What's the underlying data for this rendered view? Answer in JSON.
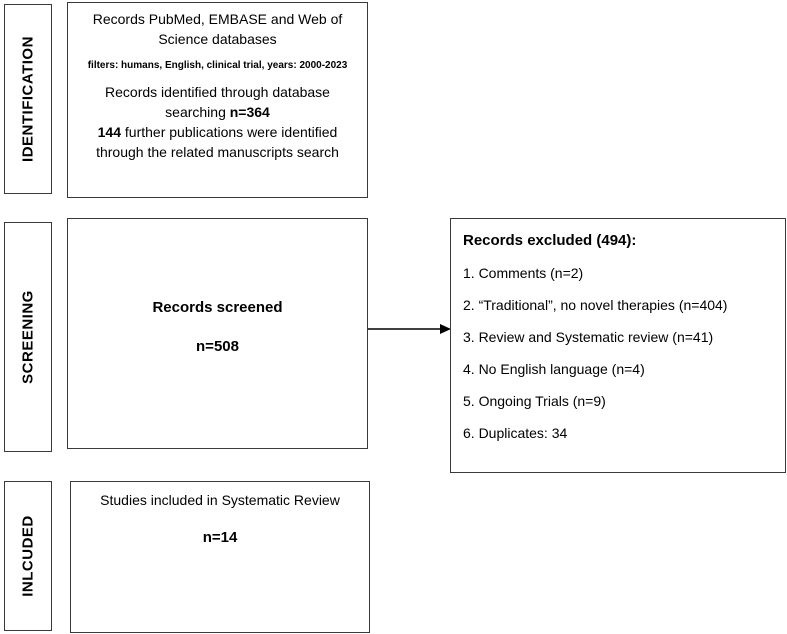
{
  "stages": {
    "identification": "IDENTIFICATION",
    "screening": "SCREENING",
    "included": "INLCUDED"
  },
  "identification_box": {
    "line1": "Records PubMed, EMBASE and Web of Science databases",
    "filters": "filters: humans, English, clinical trial, years: 2000-2023",
    "searching_prefix": "Records identified through database searching ",
    "searching_n": "n=364",
    "further_count": "144",
    "further_text": " further publications were identified through the related manuscripts search"
  },
  "screening_box": {
    "title": "Records screened",
    "count": "n=508"
  },
  "excluded_box": {
    "title": "Records excluded (494):",
    "items": [
      "1. Comments (n=2)",
      "2. “Traditional”, no novel therapies (n=404)",
      "3. Review and Systematic review (n=41)",
      "4. No English language (n=4)",
      "5. Ongoing Trials (n=9)",
      "6. Duplicates: 34"
    ]
  },
  "included_box": {
    "title": "Studies included in Systematic Review",
    "count": "n=14"
  }
}
